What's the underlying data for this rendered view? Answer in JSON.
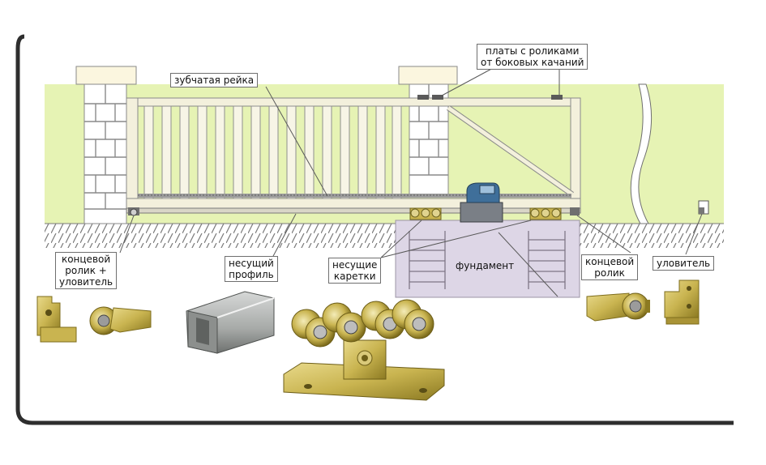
{
  "labels": {
    "rack": "зубчатая рейка",
    "plates_line1": "платы с роликами",
    "plates_line2": "от боковых качаний",
    "end_roller_catcher_line1": "концевой",
    "end_roller_catcher_line2": "ролик +",
    "end_roller_catcher_line3": "уловитель",
    "profile_line1": "несущий",
    "profile_line2": "профиль",
    "carriages_line1": "несущие",
    "carriages_line2": "каретки",
    "foundation": "фундамент",
    "end_roller_line1": "концевой",
    "end_roller_line2": "ролик",
    "catcher": "уловитель"
  },
  "colors": {
    "lawn": "#e6f3b4",
    "ground_hatch": "#7a7a7a",
    "brick": "#ffffff",
    "brick_line": "#8a8a8a",
    "gate_frame": "#f3f0dc",
    "foundation": "#ddd6e6",
    "brass": "#c9b450",
    "brass_dark": "#8c7a22",
    "steel": "#a7aaa8",
    "motor": "#3f6f9a",
    "frame_shadow": "#3a3a3a"
  },
  "icons": {
    "end_roller_catcher": "end-roller-catcher-icon",
    "profile": "steel-profile-icon",
    "carriage": "roller-carriage-icon",
    "end_roller": "end-roller-icon",
    "catcher": "catcher-icon",
    "motor": "gate-motor-icon"
  }
}
